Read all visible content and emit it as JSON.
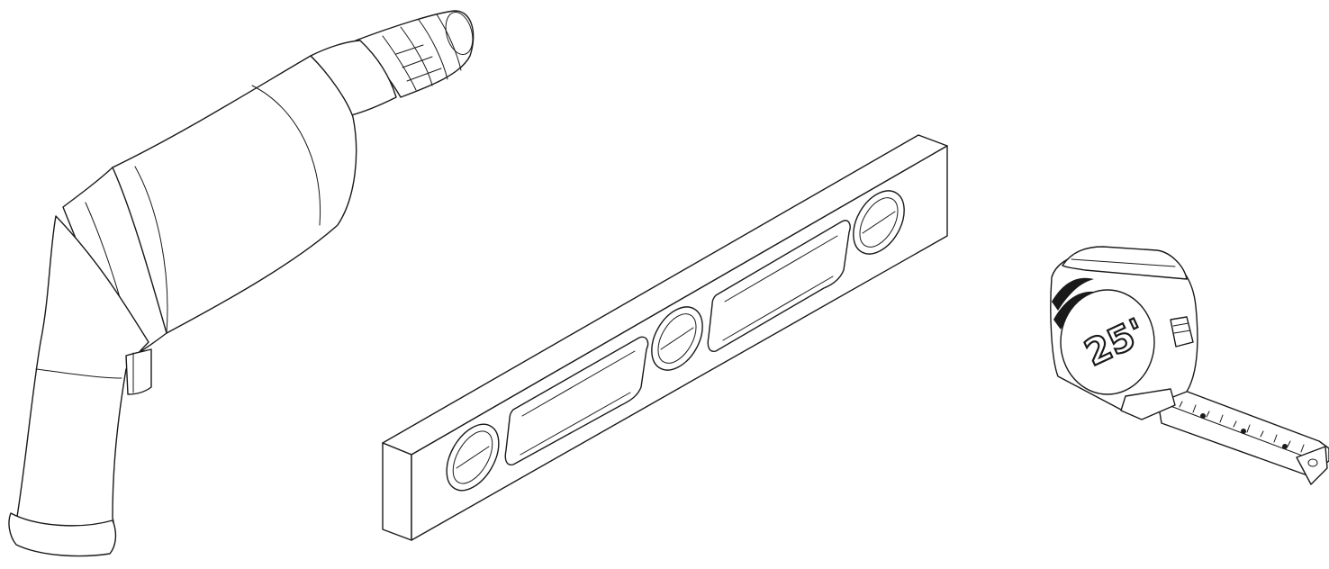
{
  "illustration": {
    "tools": [
      "drill",
      "spirit-level",
      "tape-measure"
    ],
    "tape_measure": {
      "label": "25'"
    },
    "colors": {
      "line": "#1a1a1a",
      "background": "#ffffff"
    }
  }
}
